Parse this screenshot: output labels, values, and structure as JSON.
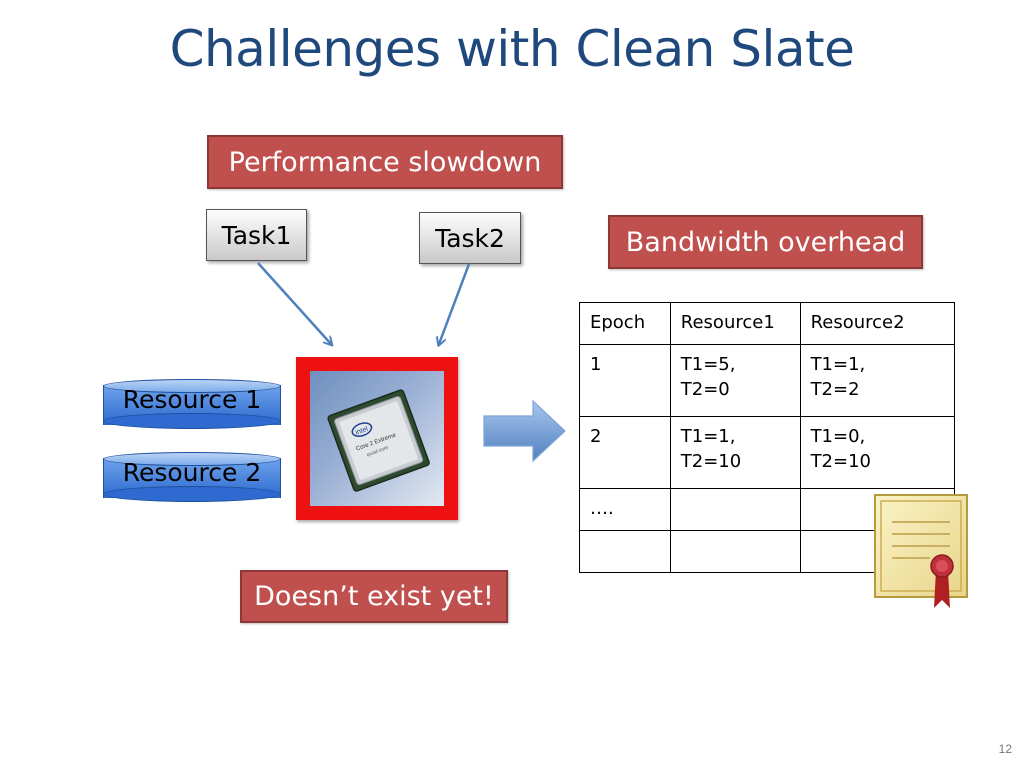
{
  "slide": {
    "title": "Challenges with Clean Slate",
    "page_number": "12"
  },
  "labels": {
    "performance": "Performance slowdown",
    "bandwidth": "Bandwidth overhead",
    "doesnt_exist": "Doesn’t exist yet!"
  },
  "tasks": [
    "Task1",
    "Task2"
  ],
  "resources": [
    "Resource 1",
    "Resource 2"
  ],
  "table": {
    "headers": [
      "Epoch",
      "Resource1",
      "Resource2"
    ],
    "rows": [
      [
        "1",
        "T1=5,\nT2=0",
        "T1=1,\nT2=2"
      ],
      [
        "2",
        "T1=1,\nT2=10",
        "T1=0,\nT2=10"
      ],
      [
        "….",
        "",
        ""
      ],
      [
        "",
        "",
        ""
      ]
    ]
  },
  "colors": {
    "title": "#1f497d",
    "red_label": "#c0504d",
    "arrow_blue": "#4f81bd",
    "cpu_frame": "#ee1111"
  },
  "icons": [
    "cpu-chip-icon",
    "certificate-icon",
    "right-arrow-icon"
  ]
}
